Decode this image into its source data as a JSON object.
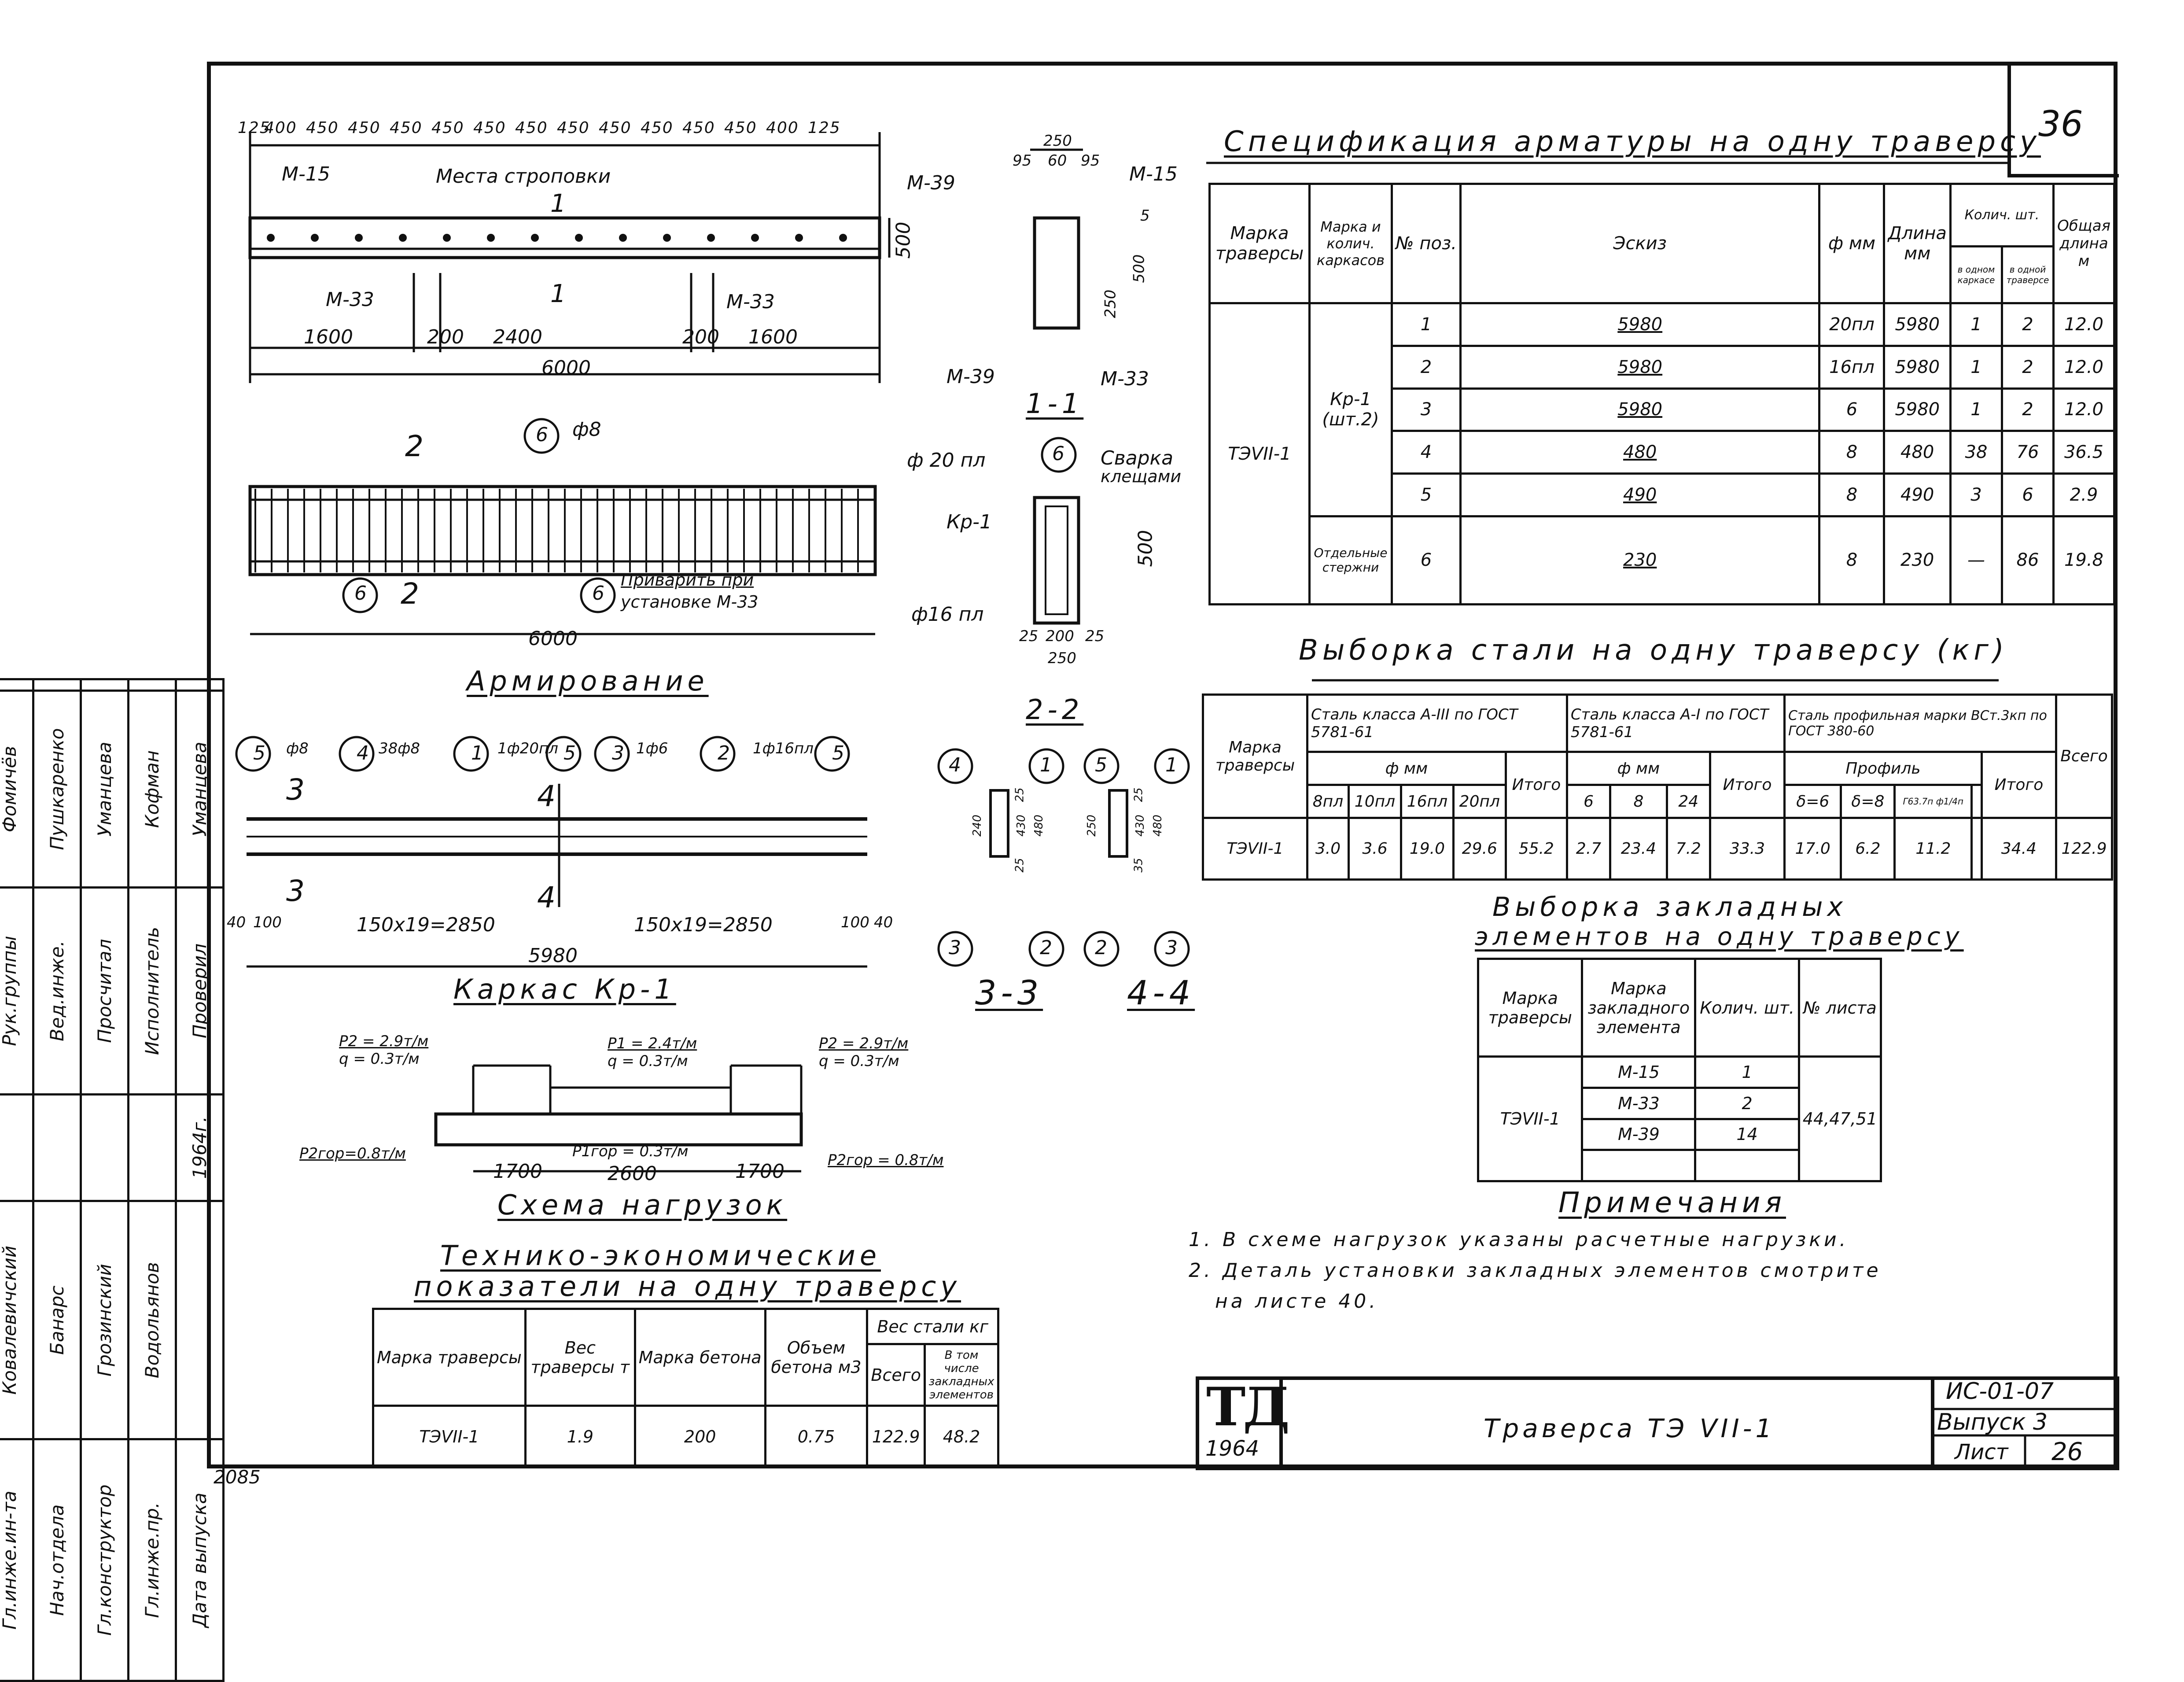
{
  "sheet_number": "36",
  "corner_note": "2085",
  "stamp_side": {
    "rows": [
      {
        "role": "Гл.инже.ин-та",
        "name": "Ковалевичский",
        "sign": "",
        "role2": "Рук.группы",
        "name2": "Фомичёв"
      },
      {
        "role": "Нач.отдела",
        "name": "Банарс",
        "sign": "",
        "role2": "Вед.инже.",
        "name2": "Пушкаренко"
      },
      {
        "role": "Гл.конструктор",
        "name": "Грозинский",
        "sign": "",
        "role2": "Просчитал",
        "name2": "Уманцева"
      },
      {
        "role": "Гл.инже.пр.",
        "name": "Водольянов",
        "sign": "",
        "role2": "Исполнитель",
        "name2": "Кофман"
      },
      {
        "role": "Дата выпуска",
        "name": "",
        "sign": "1964г.",
        "role2": "Проверил",
        "name2": "Уманцева"
      }
    ]
  },
  "beam_top": {
    "dims_top": [
      "125",
      "400",
      "450",
      "450",
      "450",
      "450",
      "450",
      "450",
      "450",
      "450",
      "450",
      "450",
      "450",
      "400",
      "125"
    ],
    "labels": {
      "m15": "М-15",
      "places": "Места строповки",
      "m39": "М-39",
      "m33a": "М-33",
      "m33b": "М-33",
      "h": "500",
      "sec1": "1"
    },
    "dims_bottom": [
      "1600",
      "200",
      "2400",
      "200",
      "1600"
    ],
    "total": "6000"
  },
  "armirovanie": {
    "title": "Армирование",
    "sec2": "2",
    "bubble6": "6",
    "phi8": "ф8",
    "note1": "Приварить при",
    "note2": "установке М-33",
    "total": "6000"
  },
  "section11": {
    "dims": [
      "250",
      "95",
      "60",
      "95"
    ],
    "m15": "М-15",
    "m39": "М-39",
    "m33": "М-33",
    "d5": "5",
    "d500": "500",
    "d250": "250",
    "title": "1-1"
  },
  "section22": {
    "phi20": "ф 20 пл",
    "bubble": "6",
    "weld1": "Сварка",
    "weld2": "клещами",
    "kr": "Кр-1",
    "phi16": "ф16 пл",
    "d500": "500",
    "bottom": [
      "25",
      "200",
      "25"
    ],
    "total": "250",
    "title": "2-2"
  },
  "karkas": {
    "title": "Каркас Кр-1",
    "bubbles": [
      "5",
      "4",
      "1",
      "5",
      "3",
      "2",
      "5"
    ],
    "notes": [
      "ф8",
      "38ф8",
      "1ф20пл",
      "1ф6",
      "1ф16пл"
    ],
    "sec3": "3",
    "sec4": "4",
    "dims": [
      "40",
      "100",
      "150х19=2850",
      "150х19=2850",
      "100",
      "40"
    ],
    "total": "5980"
  },
  "section33": {
    "bubbles": [
      "4",
      "1",
      "3",
      "2"
    ],
    "dims": [
      "25",
      "430",
      "480",
      "25",
      "240"
    ],
    "title": "3-3"
  },
  "section44": {
    "bubbles": [
      "5",
      "1",
      "2",
      "3"
    ],
    "dims": [
      "25",
      "430",
      "480",
      "35",
      "250"
    ],
    "title": "4-4"
  },
  "loads": {
    "title": "Схема нагрузок",
    "p2a": "P2 = 2.9т/м",
    "q_a": "q = 0.3т/м",
    "p1": "P1 = 2.4т/м",
    "q_mid": "q = 0.3т/м",
    "p2b": "P2 = 2.9т/м",
    "q_b": "q = 0.3т/м",
    "p2gor_l": "P2гор=0.8т/м",
    "p1gor": "P1гор = 0.3т/м",
    "p2gor_r": "P2гор = 0.8т/м",
    "dims": [
      "1700",
      "2600",
      "1700"
    ]
  },
  "tech": {
    "title1": "Технико-экономические",
    "title2": "показатели на одну траверсу",
    "headers": [
      "Марка траверсы",
      "Вес траверсы т",
      "Марка бетона",
      "Объем бетона м3",
      "Вес стали кг",
      "Всего",
      "В том числе закладных элементов"
    ],
    "row": [
      "ТЭVII-1",
      "1.9",
      "200",
      "0.75",
      "122.9",
      "48.2"
    ]
  },
  "spec": {
    "title": "Спецификация арматуры на одну траверсу",
    "headers": [
      "Марка траверсы",
      "Марка и колич. каркасов",
      "№ поз.",
      "Эскиз",
      "ф мм",
      "Длина мм",
      "Колич. шт.",
      "в одном каркасе",
      "в одной траверсе",
      "Общая длина м"
    ],
    "mark": "ТЭVII-1",
    "karkas": "Кр-1 (шт.2)",
    "separate": "Отдельные стержни",
    "rows": [
      {
        "pos": "1",
        "sketch": "5980",
        "phi": "20пл",
        "len": "5980",
        "n1": "1",
        "n2": "2",
        "total": "12.0"
      },
      {
        "pos": "2",
        "sketch": "5980",
        "phi": "16пл",
        "len": "5980",
        "n1": "1",
        "n2": "2",
        "total": "12.0"
      },
      {
        "pos": "3",
        "sketch": "5980",
        "phi": "6",
        "len": "5980",
        "n1": "1",
        "n2": "2",
        "total": "12.0"
      },
      {
        "pos": "4",
        "sketch": "480",
        "phi": "8",
        "len": "480",
        "n1": "38",
        "n2": "76",
        "total": "36.5"
      },
      {
        "pos": "5",
        "sketch": "490",
        "phi": "8",
        "len": "490",
        "n1": "3",
        "n2": "6",
        "total": "2.9"
      },
      {
        "pos": "6",
        "sketch": "230",
        "phi": "8",
        "len": "230",
        "n1": "—",
        "n2": "86",
        "total": "19.8"
      }
    ]
  },
  "steel": {
    "title": "Выборка стали на одну траверсу (кг)",
    "h_mark": "Марка траверсы",
    "h_a3": "Сталь класса А-III по ГОСТ 5781-61",
    "h_a1": "Сталь класса А-I по ГОСТ 5781-61",
    "h_prof": "Сталь профильная марки ВСт.3кп по ГОСТ 380-60",
    "h_all": "Всего",
    "phi": "ф мм",
    "prof": "Профиль",
    "itogo": "Итого",
    "sub_a3": [
      "8пл",
      "10пл",
      "16пл",
      "20пл"
    ],
    "sub_a1": [
      "6",
      "8",
      "24"
    ],
    "sub_prof": [
      "δ=6",
      "δ=8",
      "Г63.7п ф1/4п"
    ],
    "row": [
      "ТЭVII-1",
      "3.0",
      "3.6",
      "19.0",
      "29.6",
      "55.2",
      "2.7",
      "23.4",
      "7.2",
      "33.3",
      "17.0",
      "6.2",
      "11.2",
      "34.4",
      "122.9"
    ]
  },
  "embedded": {
    "title1": "Выборка закладных",
    "title2": "элементов на одну траверсу",
    "headers": [
      "Марка траверсы",
      "Марка закладного элемента",
      "Колич. шт.",
      "№ листа"
    ],
    "mark": "ТЭVII-1",
    "rows": [
      [
        "М-15",
        "1"
      ],
      [
        "М-33",
        "2"
      ],
      [
        "М-39",
        "14"
      ]
    ],
    "sheets": "44,47,51"
  },
  "notes": {
    "title": "Примечания",
    "items": [
      "1. В схеме нагрузок указаны расчетные нагрузки.",
      "2. Деталь установки закладных элементов смотрите",
      "на листе 40."
    ]
  },
  "titleblock": {
    "logo": "ТД",
    "year": "1964",
    "name": "Траверса ТЭ VII-1",
    "code": "ИС-01-07",
    "issue": "Выпуск 3",
    "sheet_label": "Лист",
    "sheet": "26"
  }
}
